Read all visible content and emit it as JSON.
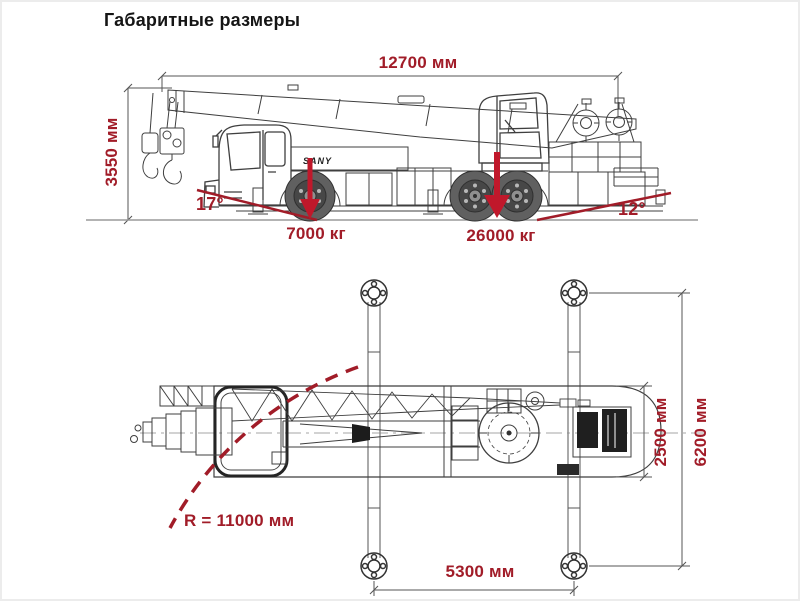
{
  "page": {
    "title": "Габаритные размеры"
  },
  "colors": {
    "dimension_red": "#A11C28",
    "arrow_red": "#C0182B",
    "line_dark": "#3f3f3f",
    "ground_gray": "#9a9a9a"
  },
  "side_view": {
    "length": "12700 мм",
    "height": "3550 мм",
    "approach_angle": "17°",
    "departure_angle": "12°",
    "front_axle_load": "7000 кг",
    "rear_axle_load": "26000 кг",
    "brand": "SANY"
  },
  "plan_view": {
    "vehicle_width": "2500 мм",
    "outrigger_span": "6200 мм",
    "outrigger_base": "5300 мм",
    "turning_radius": "R = 11000 мм"
  }
}
